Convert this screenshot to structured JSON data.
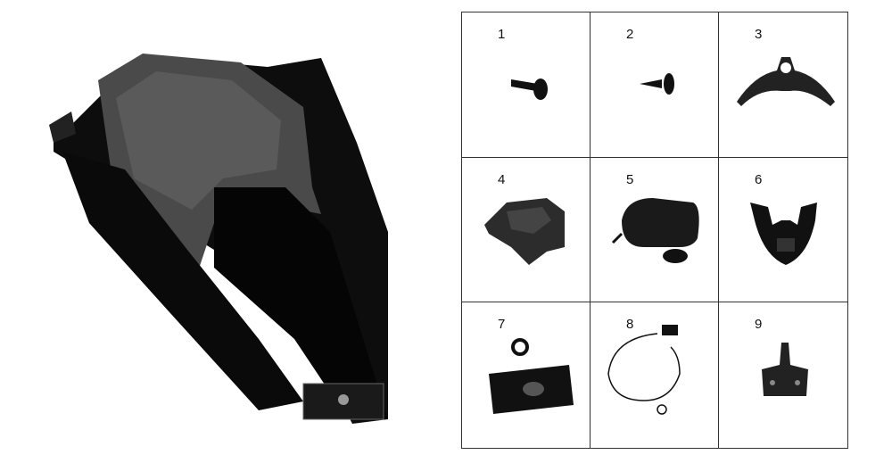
{
  "parts": [
    {
      "number": "1",
      "icon": "screw-icon"
    },
    {
      "number": "2",
      "icon": "push-rivet-icon"
    },
    {
      "number": "3",
      "icon": "bracket-icon"
    },
    {
      "number": "4",
      "icon": "inner-panel-icon"
    },
    {
      "number": "5",
      "icon": "console-cover-icon"
    },
    {
      "number": "6",
      "icon": "lower-fairing-icon"
    },
    {
      "number": "7",
      "icon": "switch-housing-icon"
    },
    {
      "number": "8",
      "icon": "cable-switch-icon"
    },
    {
      "number": "9",
      "icon": "hinge-bracket-icon"
    }
  ],
  "colors": {
    "part": "#111111",
    "panel": "#3a3a3a",
    "border": "#333333"
  }
}
